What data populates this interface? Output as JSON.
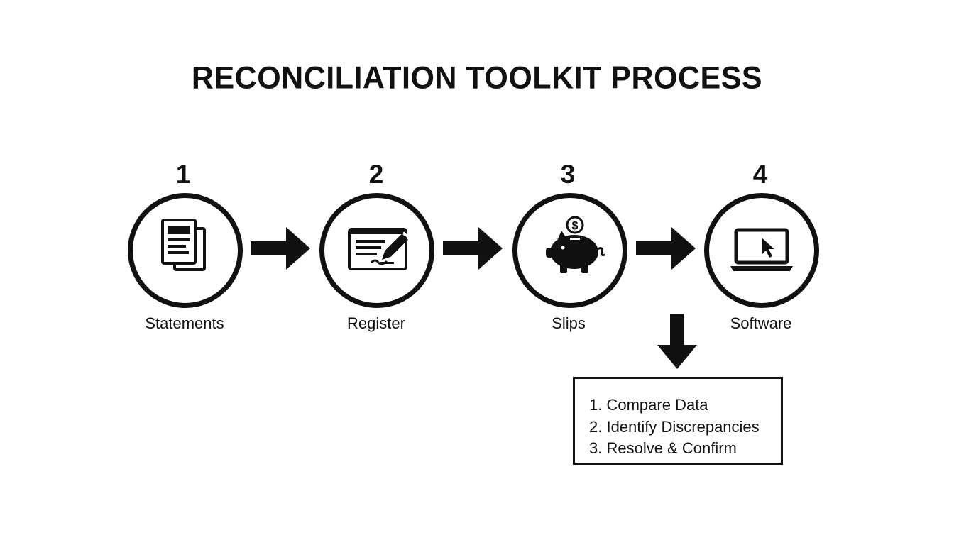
{
  "title": "RECONCILIATION TOOLKIT PROCESS",
  "steps": [
    {
      "number": "1",
      "label": "Statements",
      "icon": "documents-icon"
    },
    {
      "number": "2",
      "label": "Register",
      "icon": "check-register-icon"
    },
    {
      "number": "3",
      "label": "Slips",
      "icon": "piggy-bank-icon"
    },
    {
      "number": "4",
      "label": "Software",
      "icon": "laptop-cursor-icon"
    }
  ],
  "substeps": [
    "1. Compare Data",
    "2. Identify Discrepancies",
    "3. Resolve & Confirm"
  ],
  "colors": {
    "ink": "#111111",
    "background": "#ffffff"
  }
}
